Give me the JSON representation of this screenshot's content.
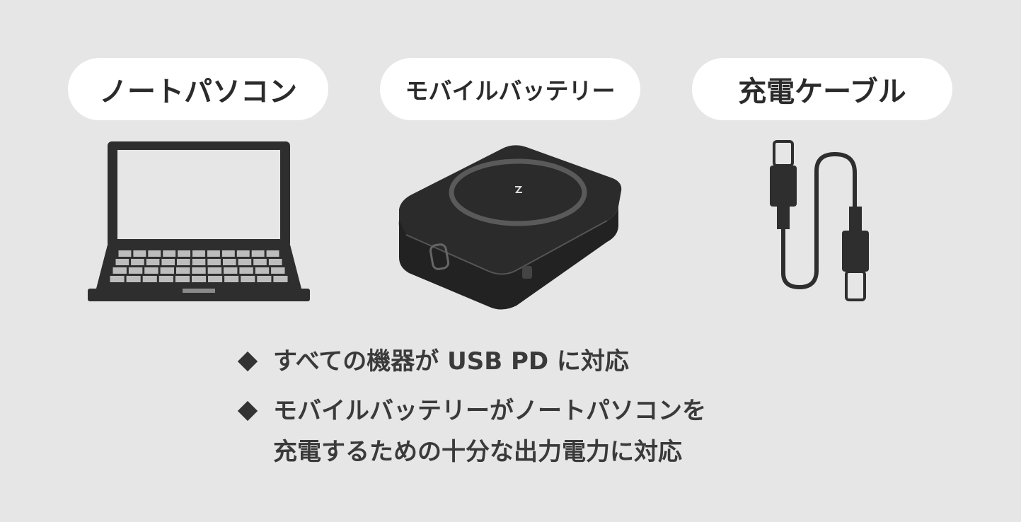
{
  "labels": {
    "laptop": "ノートパソコン",
    "battery": "モバイルバッテリー",
    "cable": "充電ケーブル"
  },
  "icons": {
    "laptop": "laptop-icon",
    "battery": "mobile-battery-icon",
    "cable": "usb-c-cable-icon"
  },
  "bullets": [
    {
      "lines": [
        "すべての機器が USB PD に対応"
      ]
    },
    {
      "lines": [
        "モバイルバッテリーがノートパソコンを",
        "充電するための十分な出力電力に対応"
      ]
    }
  ],
  "colors": {
    "background": "#e6e6e6",
    "pill": "#ffffff",
    "device": "#2e2e2e",
    "text": "#2b2b2b"
  }
}
